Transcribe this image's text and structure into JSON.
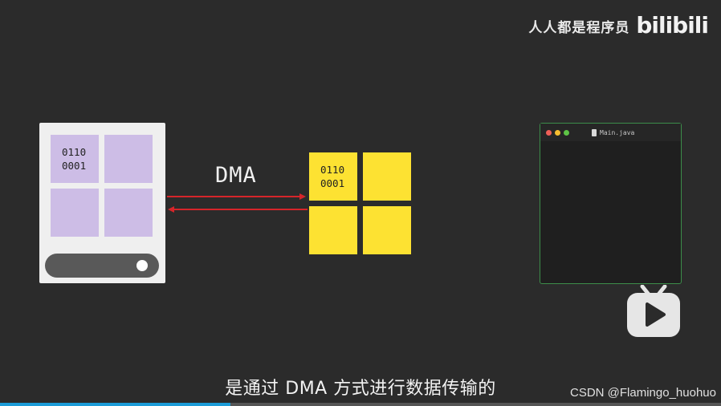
{
  "watermark": {
    "channel": "人人都是程序员",
    "logo": "bilibili"
  },
  "disk": {
    "cell_bits": "0110\n0001"
  },
  "dma_label": "DMA",
  "memory": {
    "cell_bits": "0110\n0001"
  },
  "editor": {
    "tab_label": "Main.java"
  },
  "subtitle": "是通过 DMA 方式进行数据传输的",
  "credit": "CSDN @Flamingo_huohuo",
  "progress": {
    "fraction": 0.32
  },
  "colors": {
    "background": "#2b2b2b",
    "disk_cell": "#cdbde6",
    "memory_cell": "#fde232",
    "arrow": "#d6252a",
    "progress": "#1c9cd8"
  }
}
